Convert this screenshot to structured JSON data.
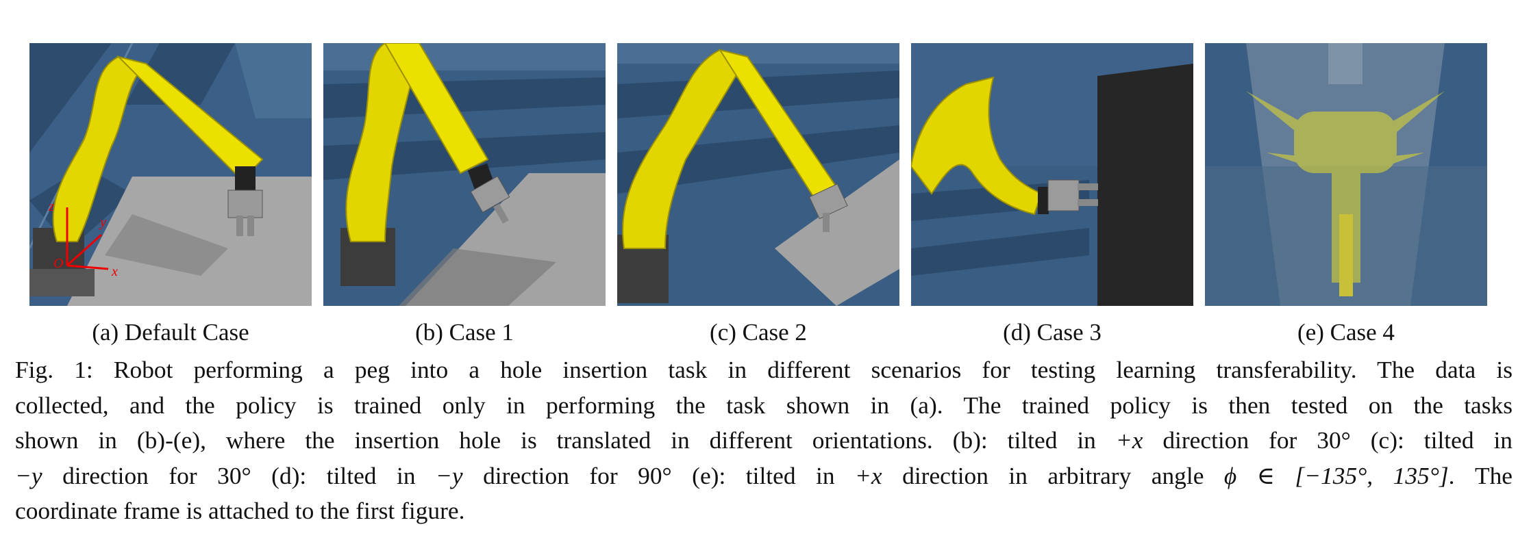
{
  "figure": {
    "subcaptions": [
      "(a) Default Case",
      "(b) Case 1",
      "(c) Case 2",
      "(d) Case 3",
      "(e) Case 4"
    ],
    "axis_labels": {
      "z": "z",
      "y": "y",
      "x": "x",
      "o": "O"
    },
    "caption_lines": [
      [
        "Fig. 1: Robot performing a peg into a hole insertion task in different scenarios for testing learning transferability. The data is"
      ],
      [
        "collected, and the policy is trained only in performing the task shown in (a). The trained policy is then tested on the tasks"
      ],
      [
        "shown in (b)-(e), where the insertion hole is translated in different orientations. (b): tilted in ",
        "+x",
        " direction for 30° (c): tilted in"
      ],
      [
        "−y",
        " direction for 30° (d): tilted in ",
        "−y",
        " direction for 90° (e): tilted in ",
        "+x",
        " direction in arbitrary angle ",
        "ϕ ∈ [−135°, 135°]",
        ". The"
      ],
      [
        "coordinate frame is attached to the first figure."
      ]
    ]
  }
}
